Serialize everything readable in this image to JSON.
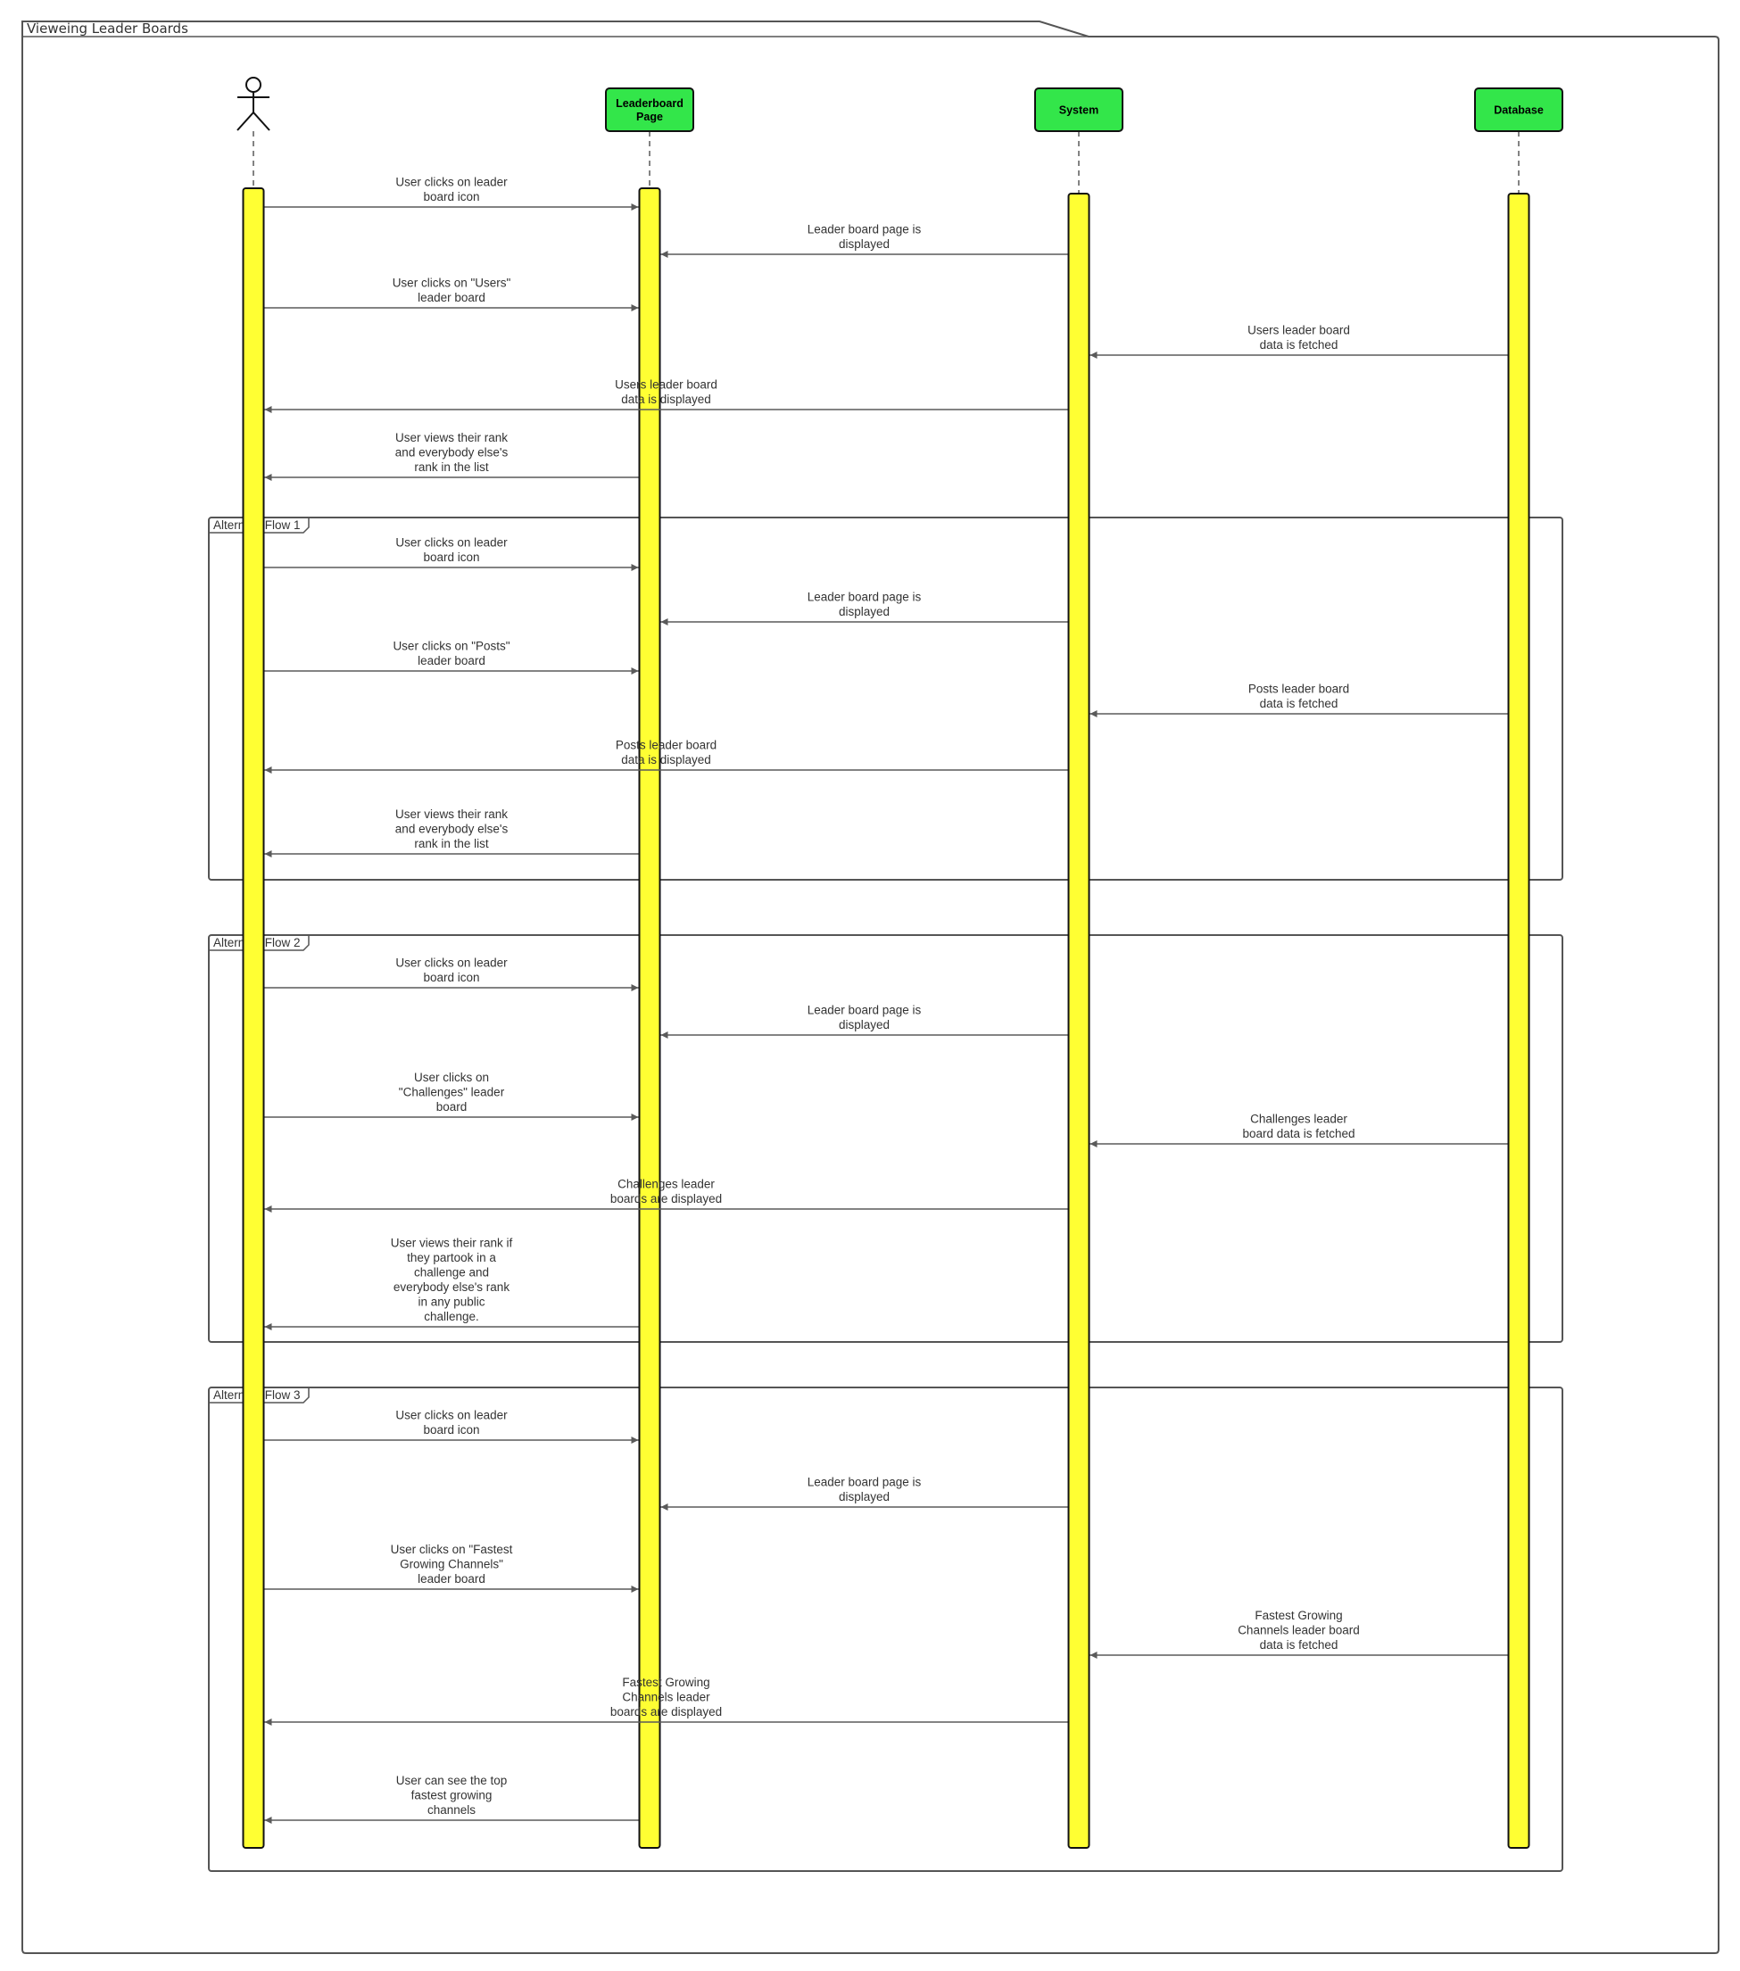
{
  "diagram": {
    "title": "Vieweing Leader Boards",
    "colors": {
      "participant_fill": "#33e64a",
      "activation_fill": "#ffff33",
      "line": "#5a5a5a",
      "frame": "#555555"
    },
    "participants": [
      {
        "id": "user",
        "label": "",
        "kind": "actor",
        "icon": "stick-figure-actor-icon"
      },
      {
        "id": "leaderboard",
        "label": "Leaderboard\nPage",
        "kind": "box"
      },
      {
        "id": "system",
        "label": "System",
        "kind": "box"
      },
      {
        "id": "database",
        "label": "Database",
        "kind": "box"
      }
    ],
    "fragments": [
      {
        "label": "Alternate Flow 1"
      },
      {
        "label": "Alternate Flow 2"
      },
      {
        "label": "Alternate Flow 3"
      }
    ],
    "messages": [
      {
        "from": "user",
        "to": "leaderboard",
        "text": "User clicks on leader\nboard icon"
      },
      {
        "from": "system",
        "to": "leaderboard",
        "text": "Leader board page is\ndisplayed"
      },
      {
        "from": "user",
        "to": "leaderboard",
        "text": "User clicks on \"Users\"\nleader board"
      },
      {
        "from": "database",
        "to": "system",
        "text": "Users leader board\ndata is fetched"
      },
      {
        "from": "system",
        "to": "user",
        "text": "Users leader board\ndata is displayed"
      },
      {
        "from": "leaderboard",
        "to": "user",
        "text": "User views their rank\nand everybody else's\nrank in the list"
      },
      {
        "from": "user",
        "to": "leaderboard",
        "text": "User clicks on leader\nboard icon"
      },
      {
        "from": "system",
        "to": "leaderboard",
        "text": "Leader board page is\ndisplayed"
      },
      {
        "from": "user",
        "to": "leaderboard",
        "text": "User clicks on \"Posts\"\nleader board"
      },
      {
        "from": "database",
        "to": "system",
        "text": "Posts leader board\ndata is fetched"
      },
      {
        "from": "system",
        "to": "user",
        "text": "Posts leader board\ndata is displayed"
      },
      {
        "from": "leaderboard",
        "to": "user",
        "text": "User views their rank\nand everybody else's\nrank in the list"
      },
      {
        "from": "user",
        "to": "leaderboard",
        "text": "User clicks on leader\nboard icon"
      },
      {
        "from": "system",
        "to": "leaderboard",
        "text": "Leader board page is\ndisplayed"
      },
      {
        "from": "user",
        "to": "leaderboard",
        "text": "User clicks on\n\"Challenges\" leader\nboard"
      },
      {
        "from": "database",
        "to": "system",
        "text": "Challenges leader\nboard data is fetched"
      },
      {
        "from": "system",
        "to": "user",
        "text": "Challenges leader\nboards are displayed"
      },
      {
        "from": "leaderboard",
        "to": "user",
        "text": "User views their rank if\nthey partook in a\nchallenge and\neverybody else's rank\nin any public\nchallenge."
      },
      {
        "from": "user",
        "to": "leaderboard",
        "text": "User clicks on leader\nboard icon"
      },
      {
        "from": "system",
        "to": "leaderboard",
        "text": "Leader board page is\ndisplayed"
      },
      {
        "from": "user",
        "to": "leaderboard",
        "text": "User clicks on \"Fastest\nGrowing Channels\"\nleader board"
      },
      {
        "from": "database",
        "to": "system",
        "text": "Fastest Growing\nChannels leader board\ndata is fetched"
      },
      {
        "from": "system",
        "to": "user",
        "text": "Fastest Growing\nChannels leader\nboards are displayed"
      },
      {
        "from": "leaderboard",
        "to": "user",
        "text": "User can see the top\nfastest growing\nchannels"
      }
    ]
  }
}
